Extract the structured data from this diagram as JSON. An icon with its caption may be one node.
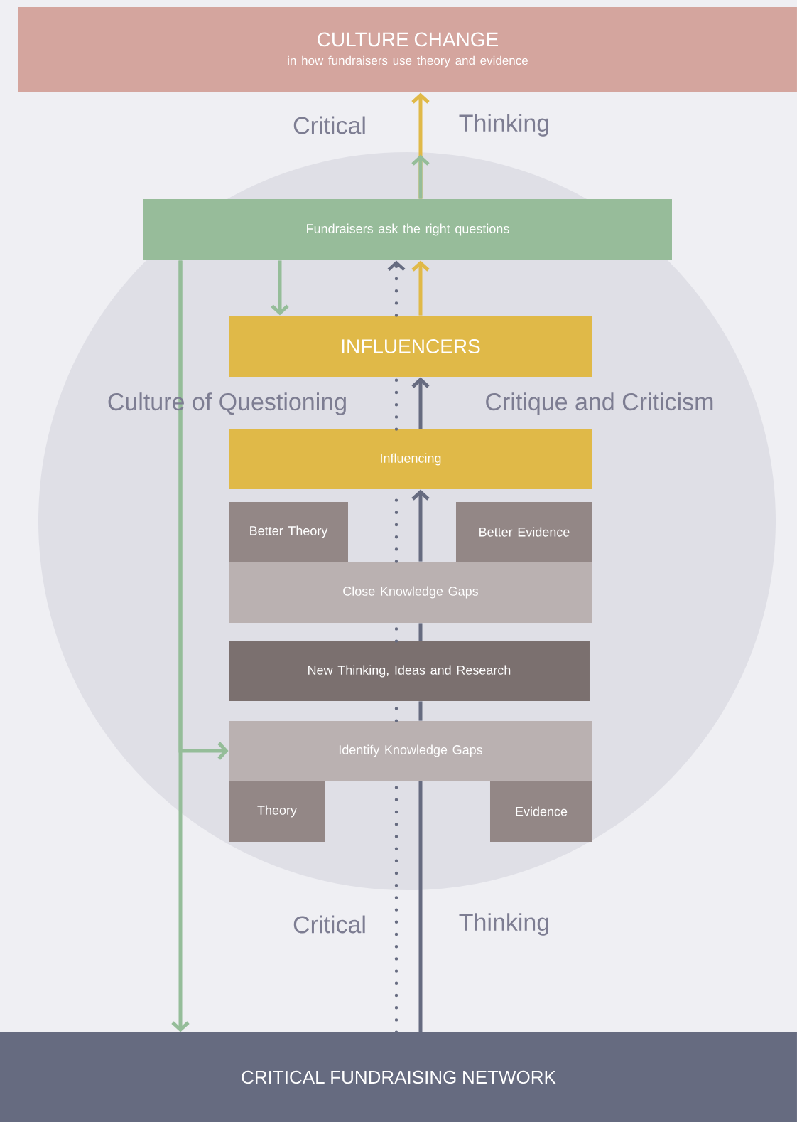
{
  "diagram": {
    "nodes": [
      {
        "text": [
          "CULTURE CHANGE",
          "in how fundraisers use theory and evidence"
        ]
      },
      {
        "text": [
          "Fundraisers ask the right questions"
        ]
      },
      {
        "text": [
          "INFLUENCERS"
        ]
      },
      {
        "text": [
          "Influencing"
        ]
      },
      {
        "text": [
          "Better Theory"
        ]
      },
      {
        "text": [
          "Better Evidence"
        ]
      },
      {
        "text": [
          "Close Knowledge Gaps"
        ]
      },
      {
        "text": [
          "New Thinking, Ideas and Research"
        ]
      },
      {
        "text": [
          "Identify Knowledge Gaps"
        ]
      },
      {
        "text": [
          "Theory"
        ]
      },
      {
        "text": [
          "Evidence"
        ]
      },
      {
        "text": [
          "CRITICAL FUNDRAISING NETWORK"
        ]
      }
    ],
    "edges": [
      {
        "from": 11,
        "to": 8,
        "arrow": "none"
      },
      {
        "from": 8,
        "to": 7,
        "arrow": "none"
      },
      {
        "from": 7,
        "to": 6,
        "arrow": "none"
      },
      {
        "from": 6,
        "to": 3,
        "arrow": "to"
      },
      {
        "from": 3,
        "to": 2,
        "arrow": "to"
      },
      {
        "from": 11,
        "to": 8,
        "arrow": "none",
        "style": "dashed"
      },
      {
        "from": 8,
        "to": 7,
        "arrow": "none",
        "style": "dashed"
      },
      {
        "from": 7,
        "to": 6,
        "arrow": "none",
        "style": "dashed"
      },
      {
        "from": 6,
        "to": 3,
        "arrow": "none",
        "style": "dashed"
      },
      {
        "from": 3,
        "to": 2,
        "arrow": "none",
        "style": "dashed"
      },
      {
        "from": 2,
        "to": 1,
        "arrow": "to",
        "style": "dashed"
      },
      {
        "from": 2,
        "to": 1,
        "arrow": "to",
        "color": "#e0b948"
      },
      {
        "from": 1,
        "to": 0,
        "arrow": "to",
        "color": "#e0b948"
      },
      {
        "from": 1,
        "to": 2,
        "arrow": "to",
        "color": "#95bd99"
      },
      {
        "from": 1,
        "to": 11,
        "arrow": "to",
        "color": "#95bd99"
      },
      {
        "from": 1,
        "to": 8,
        "arrow": "to",
        "color": "#95bd99"
      }
    ],
    "labels": [
      "Critical",
      "Thinking",
      "Culture of Questioning",
      "Critique and Criticism",
      "Critical",
      "Thinking"
    ]
  }
}
